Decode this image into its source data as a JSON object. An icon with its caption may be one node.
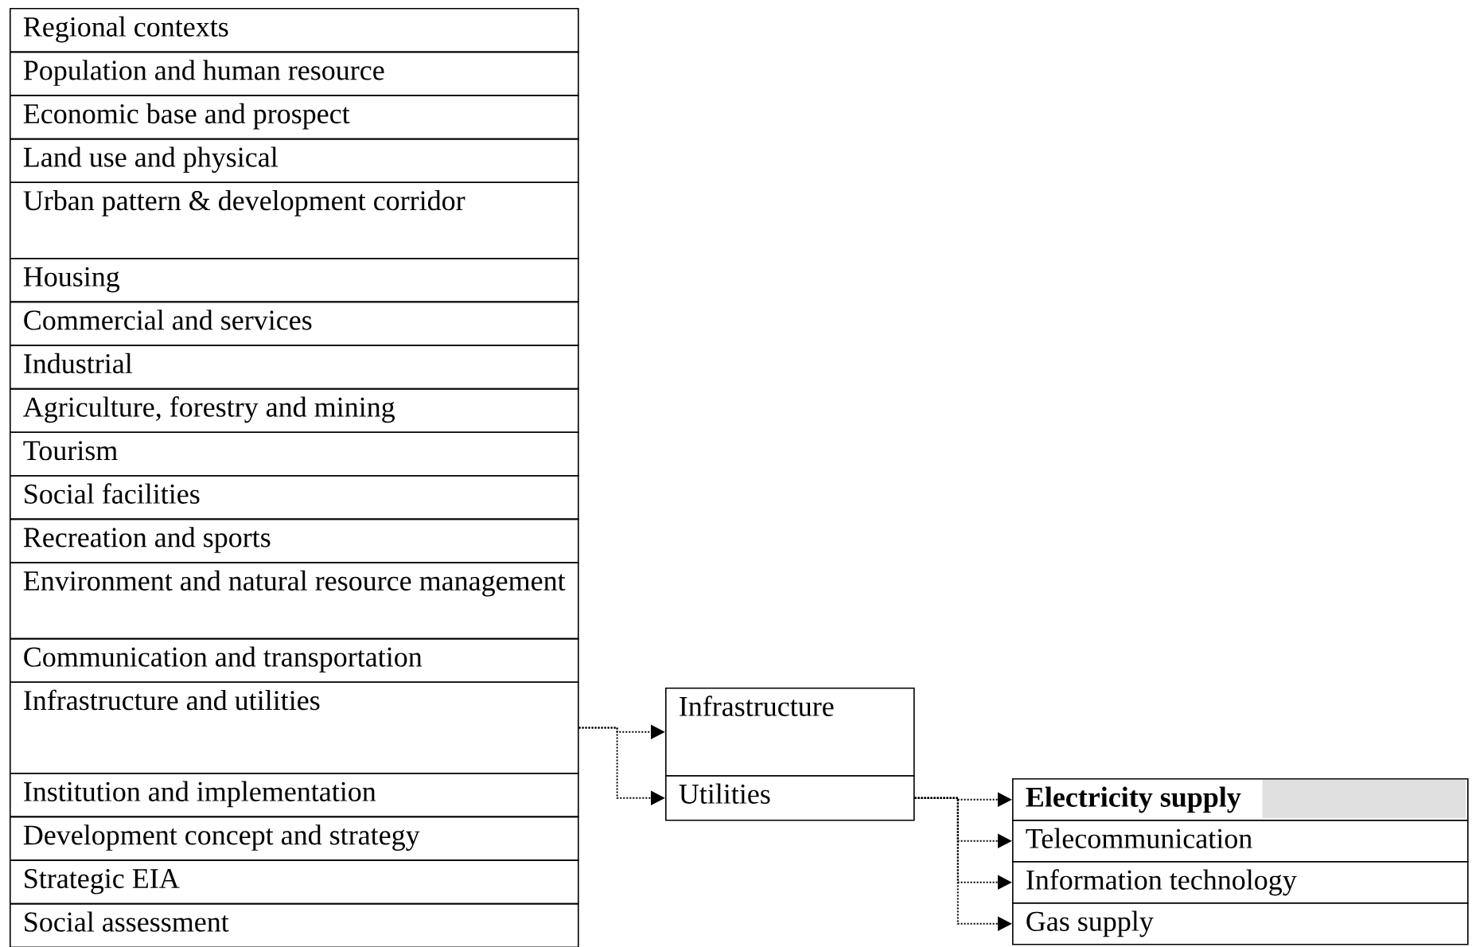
{
  "diagram": {
    "nodes": [
      {
        "text": [
          "Regional contexts"
        ]
      },
      {
        "text": [
          "Population and human resource"
        ]
      },
      {
        "text": [
          "Economic base and prospect"
        ]
      },
      {
        "text": [
          "Land use and physical"
        ]
      },
      {
        "text": [
          "Urban pattern & development corridor"
        ]
      },
      {
        "text": [
          "Housing"
        ]
      },
      {
        "text": [
          "Commercial and services"
        ]
      },
      {
        "text": [
          "Industrial"
        ]
      },
      {
        "text": [
          "Agriculture, forestry and mining"
        ]
      },
      {
        "text": [
          "Tourism"
        ]
      },
      {
        "text": [
          "Social facilities"
        ]
      },
      {
        "text": [
          "Recreation and sports"
        ]
      },
      {
        "text": [
          "Environment and natural resource management"
        ]
      },
      {
        "text": [
          "Communication and transportation"
        ]
      },
      {
        "text": [
          "Infrastructure and utilities"
        ]
      },
      {
        "text": [
          "Institution and implementation"
        ]
      },
      {
        "text": [
          "Development concept and strategy"
        ]
      },
      {
        "text": [
          "Strategic EIA"
        ]
      },
      {
        "text": [
          "Social assessment"
        ]
      },
      {
        "text": [
          "Infrastructure"
        ]
      },
      {
        "text": [
          "Utilities"
        ]
      },
      {
        "text": [
          "Electricity supply"
        ]
      },
      {
        "text": [
          "Telecommunication"
        ]
      },
      {
        "text": [
          "Information technology"
        ]
      },
      {
        "text": [
          "Gas supply"
        ]
      }
    ],
    "edges": [
      {
        "from": 14,
        "to": 19,
        "arrow": "to",
        "style": "dashed"
      },
      {
        "from": 14,
        "to": 20,
        "arrow": "to",
        "style": "dashed"
      },
      {
        "from": 20,
        "to": 21,
        "arrow": "to",
        "style": "dashed"
      },
      {
        "from": 20,
        "to": 22,
        "arrow": "to",
        "style": "dashed"
      },
      {
        "from": 20,
        "to": 23,
        "arrow": "to",
        "style": "dashed"
      },
      {
        "from": 20,
        "to": 24,
        "arrow": "to",
        "style": "dashed"
      }
    ]
  }
}
